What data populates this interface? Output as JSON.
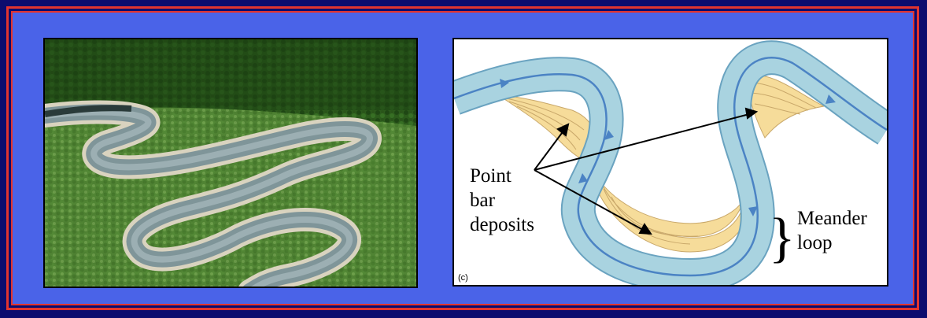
{
  "photo": {
    "subject": "aerial-meandering-river",
    "colors": {
      "forest": "#2d5a1f",
      "river": "#8fa3a8",
      "sand": "#d8d2bf"
    }
  },
  "diagram": {
    "panel_letter": "(c)",
    "labels": {
      "point_bar_line1": "Point",
      "point_bar_line2": "bar",
      "point_bar_line3": "deposits",
      "meander_line1": "Meander",
      "meander_line2": "loop"
    },
    "colors": {
      "channel": "#a9d3e0",
      "channel_edge": "#6aa3c0",
      "flow_arrow": "#4b83c4",
      "deposit": "#f6dc9a",
      "deposit_lines": "#c9a86a"
    }
  },
  "frame": {
    "background": "#0c0c6e",
    "border": "#e2342f",
    "panel": "#4a63e8"
  }
}
